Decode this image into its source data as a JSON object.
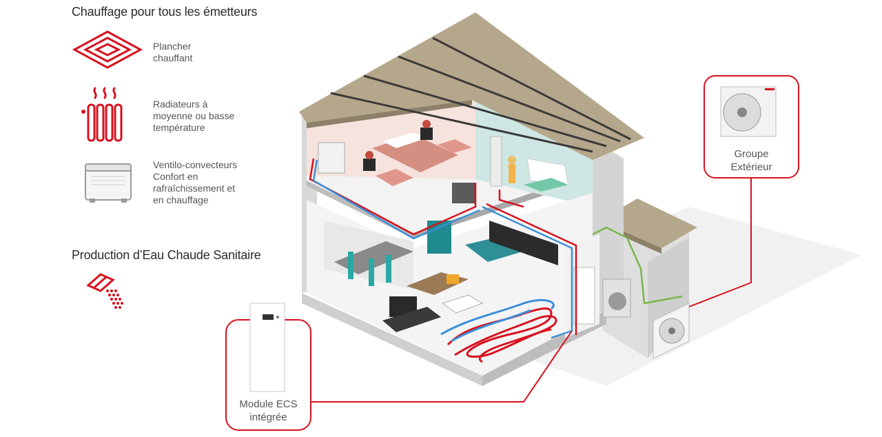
{
  "emitters": {
    "title": "Chauffage pour tous les émetteurs",
    "items": [
      {
        "icon": "underfloor-heating-icon",
        "lines": [
          "Plancher",
          "chauffant"
        ]
      },
      {
        "icon": "radiator-icon",
        "lines": [
          "Radiateurs à",
          "moyenne ou basse",
          "température"
        ]
      },
      {
        "icon": "fan-coil-icon",
        "lines": [
          "Ventilo-convecteurs",
          "Confort en",
          "rafraîchissement et",
          "en chauffage"
        ]
      }
    ]
  },
  "hot_water": {
    "title": "Production d’Eau Chaude Sanitaire",
    "icon": "hot-water-shower-icon"
  },
  "callouts": {
    "outdoor_unit": [
      "Groupe",
      "Extérieur"
    ],
    "ecs_module": [
      "Module ECS",
      "intégrée"
    ]
  },
  "colors": {
    "accent_red": "#d7111e",
    "pipe_blue": "#3a8fd8",
    "pipe_green": "#7ab648",
    "roof": "#b5a78c",
    "wall": "#e9e9e9"
  }
}
